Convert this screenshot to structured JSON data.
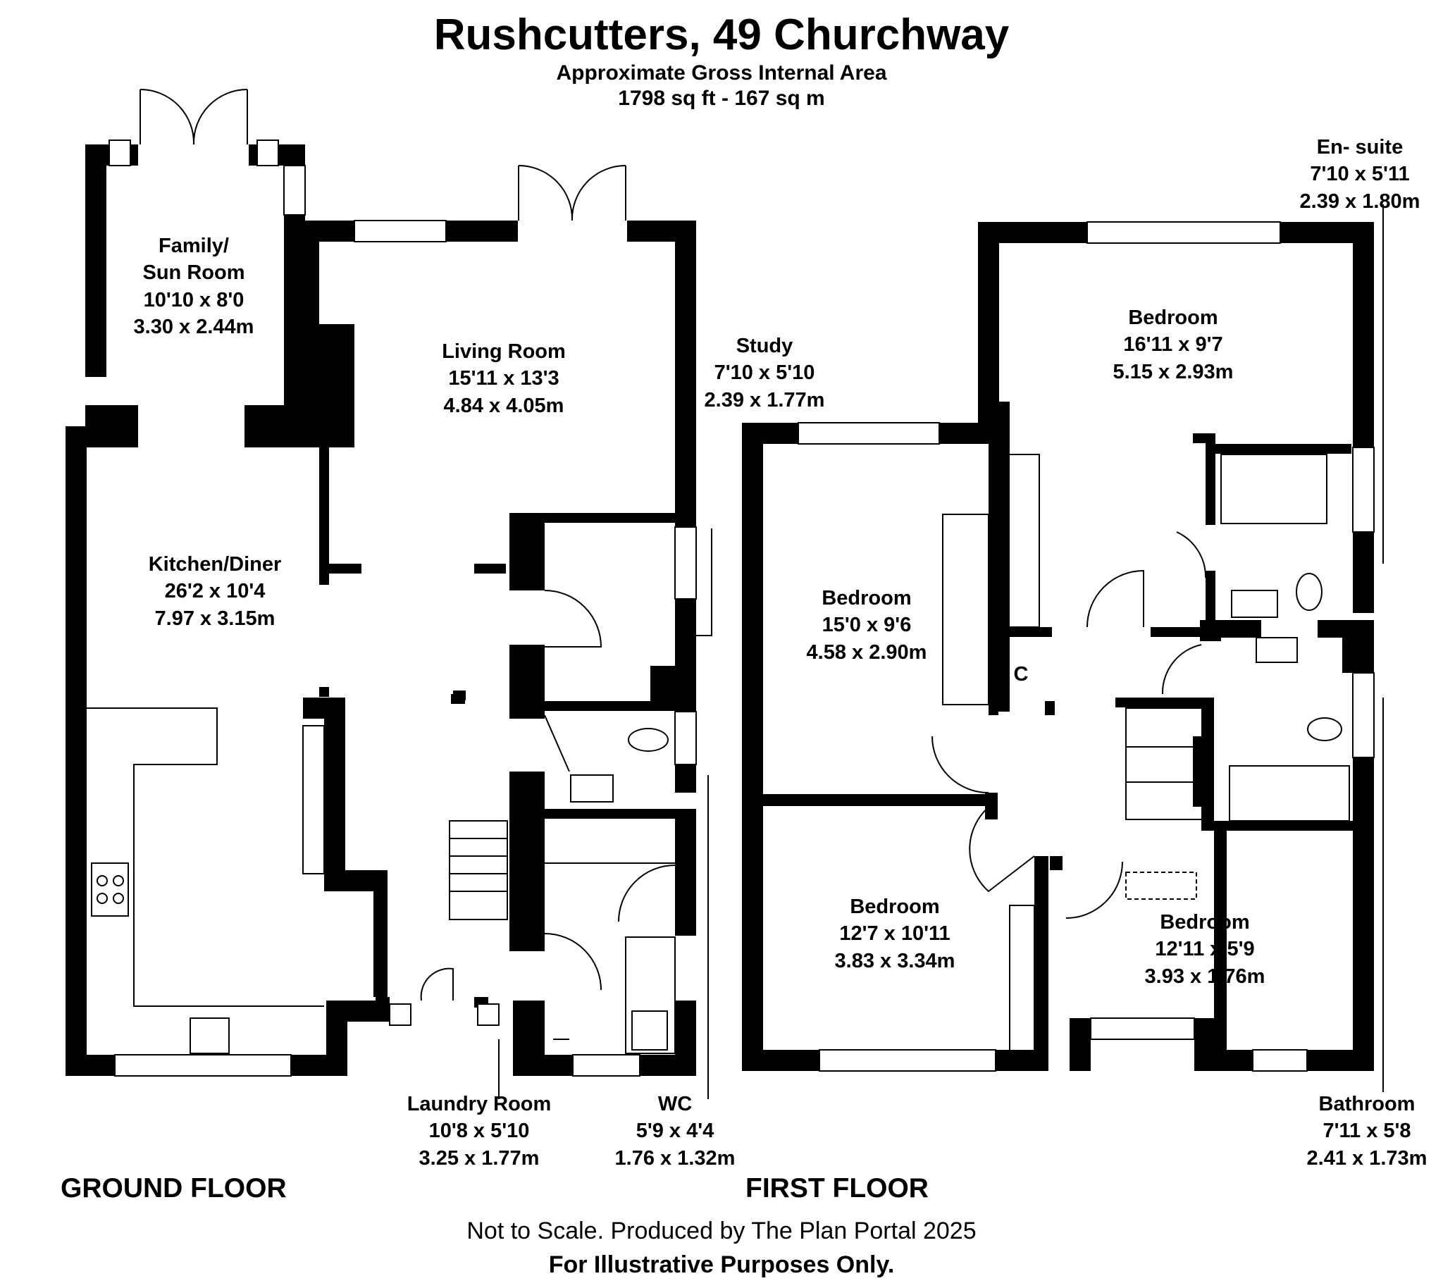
{
  "header": {
    "title": "Rushcutters, 49 Churchway",
    "area_label": "Approximate Gross Internal Area",
    "area_value": "1798 sq ft - 167 sq m"
  },
  "ground_floor": {
    "label": "GROUND FLOOR",
    "rooms": {
      "family": {
        "name1": "Family/",
        "name2": "Sun Room",
        "imperial": "10'10 x 8'0",
        "metric": "3.30 x 2.44m"
      },
      "living": {
        "name": "Living Room",
        "imperial": "15'11 x 13'3",
        "metric": "4.84 x 4.05m"
      },
      "study": {
        "name": "Study",
        "imperial": "7'10 x 5'10",
        "metric": "2.39 x 1.77m"
      },
      "kitchen": {
        "name": "Kitchen/Diner",
        "imperial": "26'2 x 10'4",
        "metric": "7.97 x 3.15m"
      },
      "laundry": {
        "name": "Laundry Room",
        "imperial": "10'8 x 5'10",
        "metric": "3.25 x 1.77m"
      },
      "wc": {
        "name": "WC",
        "imperial": "5'9 x 4'4",
        "metric": "1.76 x 1.32m"
      }
    }
  },
  "first_floor": {
    "label": "FIRST FLOOR",
    "rooms": {
      "ensuite": {
        "name": "En- suite",
        "imperial": "7'10 x 5'11",
        "metric": "2.39 x 1.80m"
      },
      "bed1": {
        "name": "Bedroom",
        "imperial": "16'11 x 9'7",
        "metric": "5.15 x 2.93m"
      },
      "bed2": {
        "name": "Bedroom",
        "imperial": "15'0 x 9'6",
        "metric": "4.58 x 2.90m"
      },
      "bed3": {
        "name": "Bedroom",
        "imperial": "12'7 x 10'11",
        "metric": "3.83 x 3.34m"
      },
      "bed4": {
        "name": "Bedroom",
        "imperial": "12'11 x 5'9",
        "metric": "3.93 x 1.76m"
      },
      "bathroom": {
        "name": "Bathroom",
        "imperial": "7'11 x 5'8",
        "metric": "2.41 x 1.73m"
      },
      "cupboard": {
        "name": "C"
      }
    }
  },
  "footer": {
    "line1": "Not to Scale. Produced by The Plan Portal 2025",
    "line2": "For Illustrative Purposes Only."
  }
}
